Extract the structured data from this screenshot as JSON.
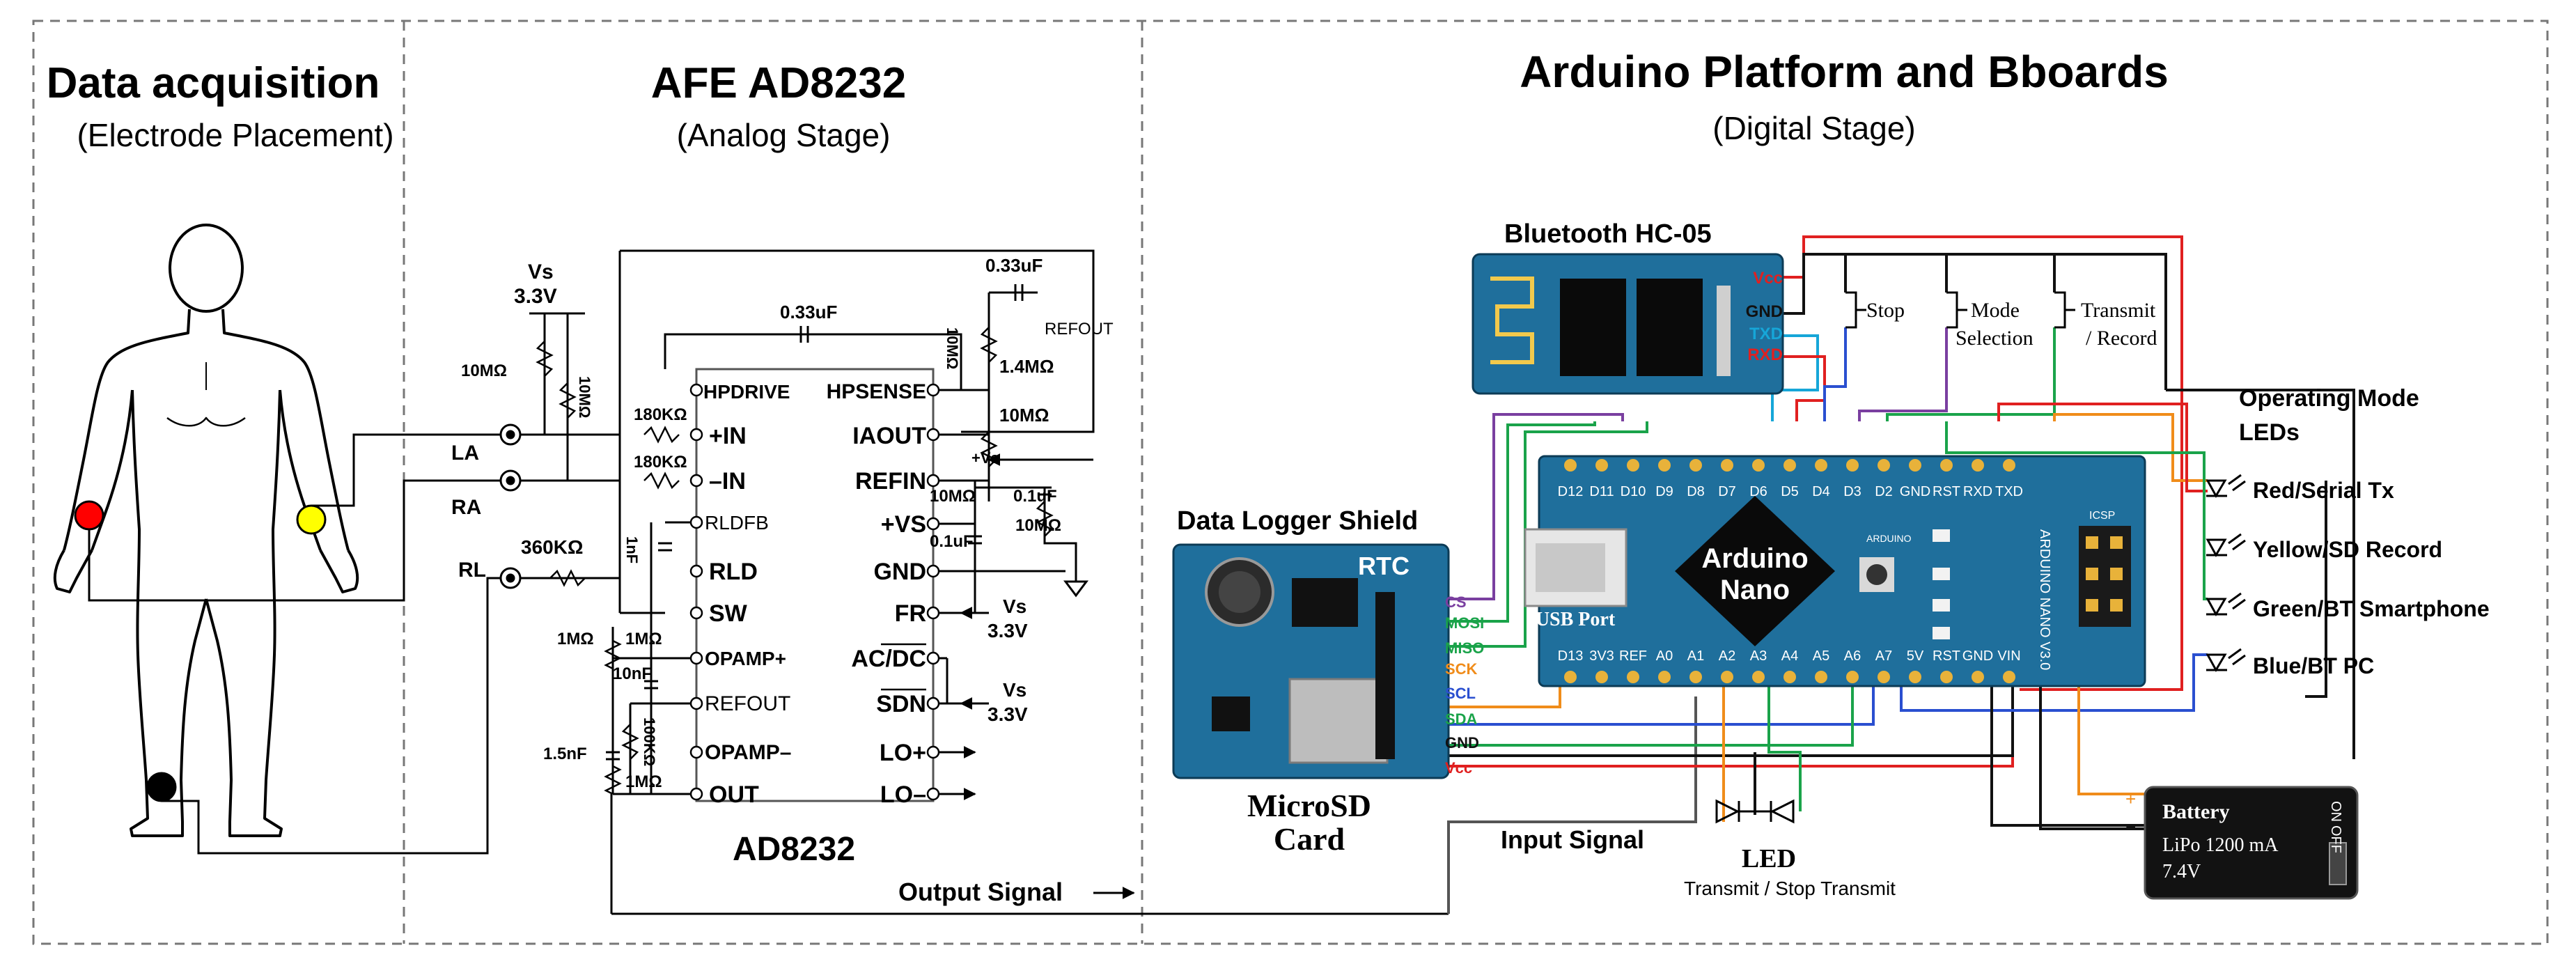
{
  "sections": {
    "data_acquisition": {
      "title": "Data acquisition",
      "subtitle": "(Electrode Placement)"
    },
    "afe": {
      "title": "AFE  AD8232",
      "subtitle": "(Analog Stage)"
    },
    "arduino": {
      "title": "Arduino Platform and Bboards",
      "subtitle": "(Digital Stage)"
    }
  },
  "colors": {
    "board_blue": "#1f6f9c",
    "electrode_la": "#ffff00",
    "electrode_ra": "#ff0000",
    "electrode_rl": "#000000",
    "wire_red": "#e02020",
    "wire_green": "#1aa34a",
    "wire_blue": "#2a4fd0",
    "wire_orange": "#f08c1a",
    "wire_purple": "#7a3fa0",
    "wire_cyan": "#16a6d8"
  },
  "electrodes": {
    "la": "LA",
    "ra": "RA",
    "rl": "RL"
  },
  "afe": {
    "supply": {
      "name": "Vs",
      "value": "3.3V"
    },
    "components": {
      "r10m_left": "10MΩ",
      "r10m_left2": "10MΩ",
      "r180k_a": "180KΩ",
      "r180k_b": "180KΩ",
      "r360k": "360KΩ",
      "c1nf": "1nF",
      "r1m_a": "1MΩ",
      "r1m_b": "1MΩ",
      "c10nf": "10nF",
      "r100k": "100KΩ",
      "c15nf": "1.5nF",
      "r1m_c": "1MΩ",
      "c033_top": "0.33uF",
      "c033_mid": "0.33uF",
      "refout_label": "REFOUT",
      "r10m_top": "10MΩ",
      "r14m": "1.4MΩ",
      "r10m_mid": "10MΩ",
      "vs_plus": "+Vs",
      "r10m_right": "10MΩ",
      "c01_a": "0.1uF",
      "r10m_right2": "10MΩ",
      "c01_b": "0.1uF",
      "vs_fr": "Vs",
      "v33_fr": "3.3V",
      "vs_sdn": "Vs",
      "v33_sdn": "3.3V"
    },
    "pins_left": [
      "HPDRIVE",
      "+IN",
      "–IN",
      "RLDFB",
      "RLD",
      "SW",
      "OPAMP+",
      "REFOUT",
      "OPAMP–",
      "OUT"
    ],
    "pins_right": [
      "HPSENSE",
      "IAOUT",
      "REFIN",
      "+VS",
      "GND",
      "FR",
      "AC/DC",
      "SDN",
      "LO+",
      "LO–"
    ],
    "chip_label": "AD8232",
    "output_signal": "Output Signal"
  },
  "bluetooth": {
    "title": "Bluetooth HC-05",
    "pins": [
      "Vcc",
      "GND",
      "TXD",
      "RXD"
    ]
  },
  "switches": {
    "stop": "Stop",
    "mode_1": "Mode",
    "mode_2": "Selection",
    "tx_1": "Transmit",
    "tx_2": "/ Record"
  },
  "shield": {
    "title": "Data Logger Shield",
    "rtc": "RTC",
    "pins": [
      "CS",
      "MOSI",
      "MISO",
      "SCK",
      "SCL",
      "SDA",
      "GND",
      "Vcc"
    ],
    "card_1": "MicroSD",
    "card_2": "Card"
  },
  "arduino": {
    "top_pins": [
      "D12",
      "D11",
      "D10",
      "D9",
      "D8",
      "D7",
      "D6",
      "D5",
      "D4",
      "D3",
      "D2",
      "GND",
      "RST",
      "RXD",
      "TXD"
    ],
    "bottom_pins": [
      "D13",
      "3V3",
      "REF",
      "A0",
      "A1",
      "A2",
      "A3",
      "A4",
      "A5",
      "A6",
      "A7",
      "5V",
      "RST",
      "GND",
      "VIN"
    ],
    "name_1": "Arduino",
    "name_2": "Nano",
    "usb": "USB Port",
    "small_label": "ARDUINO",
    "side_label": "ARDUINO NANO V3.0",
    "icsp": "ICSP"
  },
  "mode_leds": {
    "title_1": "Operating Mode",
    "title_2": "LEDs",
    "items": [
      "Red/Serial Tx",
      "Yellow/SD Record",
      "Green/BT Smartphone",
      "Blue/BT PC"
    ]
  },
  "led": {
    "title": "LED",
    "caption": "Transmit / Stop Transmit"
  },
  "input_signal": "Input Signal",
  "battery": {
    "title": "Battery",
    "type": "LiPo 1200 mA",
    "voltage": "7.4V",
    "switch_on": "ON",
    "switch_off": "OFF",
    "plus": "+",
    "minus": "−"
  }
}
